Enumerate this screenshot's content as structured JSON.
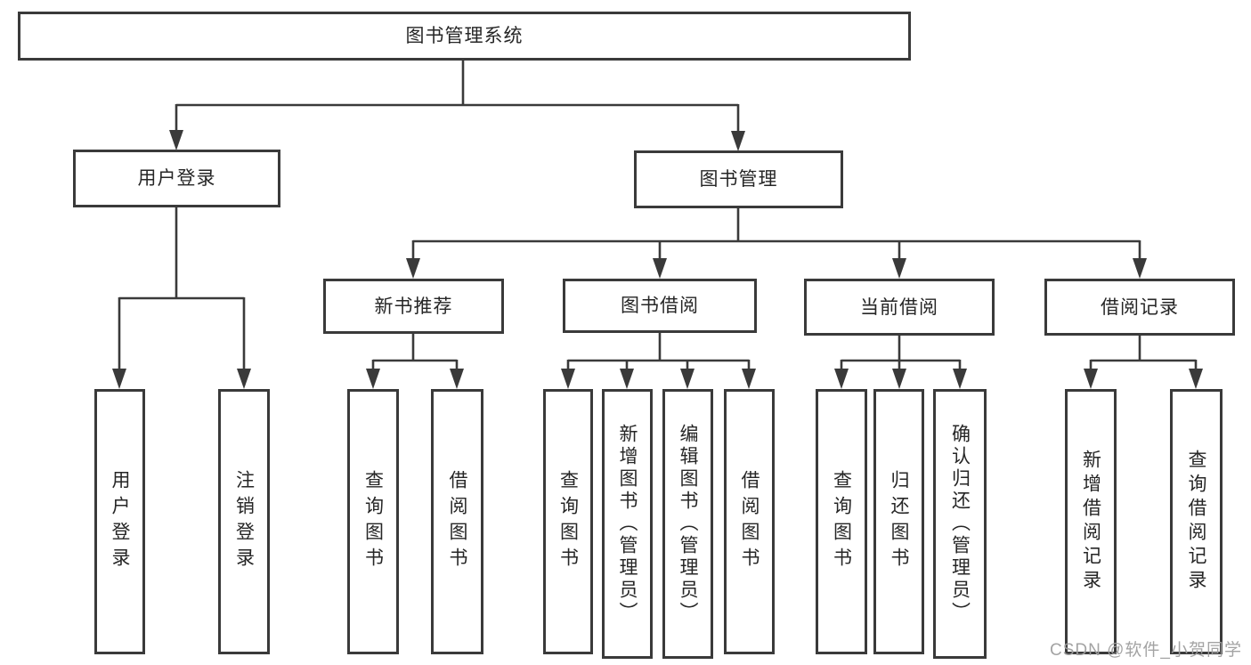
{
  "diagram": {
    "type": "hierarchy-tree",
    "title": "图书管理系统",
    "watermark": "CSDN @软件_小贺同学",
    "colors": {
      "line": "#3a3a3a",
      "box_border": "#3a3a3a",
      "text": "#262626",
      "background": "#ffffff",
      "watermark": "#9e9e9e"
    },
    "nodes": {
      "root": {
        "label": "图书管理系统"
      },
      "user_login": {
        "label": "用户登录"
      },
      "book_management": {
        "label": "图书管理"
      },
      "new_book_recommend": {
        "label": "新书推荐"
      },
      "book_borrowing": {
        "label": "图书借阅"
      },
      "current_borrowing": {
        "label": "当前借阅"
      },
      "borrowing_records": {
        "label": "借阅记录"
      },
      "leaf_user_login": {
        "label": "用户登录"
      },
      "leaf_logout": {
        "label": "注销登录"
      },
      "leaf_recommend_query_books": {
        "label": "查询图书"
      },
      "leaf_recommend_borrow_books": {
        "label": "借阅图书"
      },
      "leaf_borrowing_query_books": {
        "label": "查询图书"
      },
      "leaf_borrowing_add_books": {
        "label": "新增图书（管理员）"
      },
      "leaf_borrowing_edit_books": {
        "label": "编辑图书（管理员）"
      },
      "leaf_borrowing_borrow_books": {
        "label": "借阅图书"
      },
      "leaf_current_query_books": {
        "label": "查询图书"
      },
      "leaf_current_return_books": {
        "label": "归还图书"
      },
      "leaf_current_confirm_return": {
        "label": "确认归还（管理员）"
      },
      "leaf_records_add_record": {
        "label": "新增借阅记录"
      },
      "leaf_records_query_record": {
        "label": "查询借阅记录"
      }
    },
    "structure": {
      "root": {
        "user_login": [
          "leaf_user_login",
          "leaf_logout"
        ],
        "book_management": {
          "new_book_recommend": [
            "leaf_recommend_query_books",
            "leaf_recommend_borrow_books"
          ],
          "book_borrowing": [
            "leaf_borrowing_query_books",
            "leaf_borrowing_add_books",
            "leaf_borrowing_edit_books",
            "leaf_borrowing_borrow_books"
          ],
          "current_borrowing": [
            "leaf_current_query_books",
            "leaf_current_return_books",
            "leaf_current_confirm_return"
          ],
          "borrowing_records": [
            "leaf_records_add_record",
            "leaf_records_query_record"
          ]
        }
      }
    }
  }
}
